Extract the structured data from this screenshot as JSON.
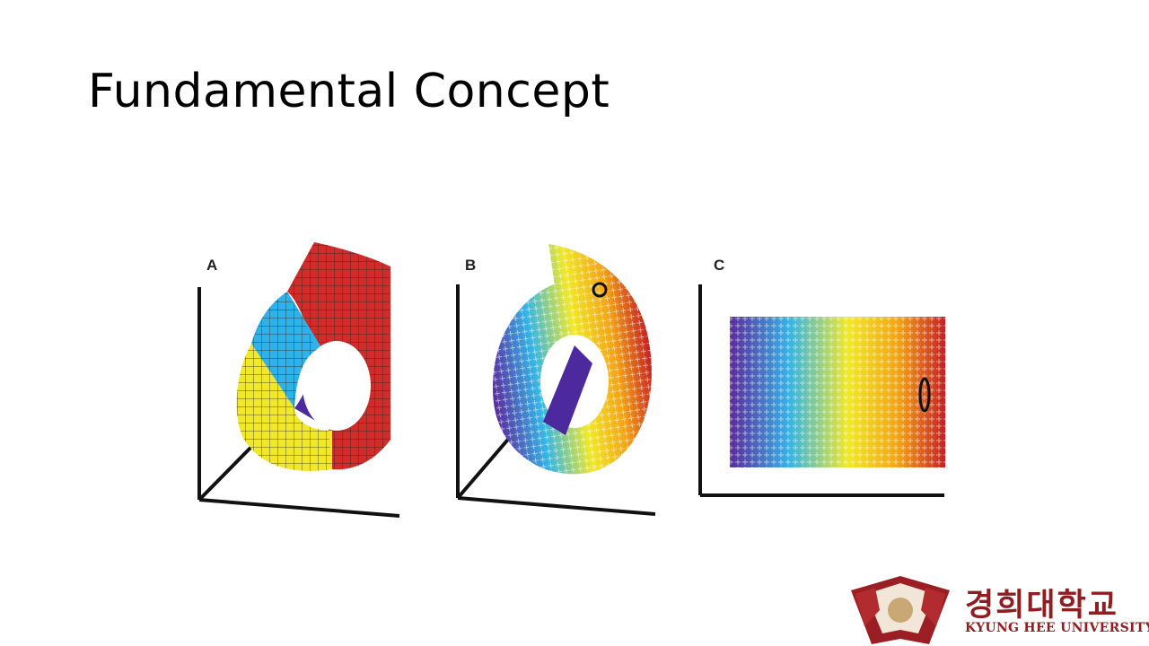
{
  "slide": {
    "title": "Fundamental Concept"
  },
  "figure": {
    "panels": [
      {
        "label": "A"
      },
      {
        "label": "B"
      },
      {
        "label": "C"
      }
    ],
    "colormap": [
      "#5b2a9e",
      "#35b6e6",
      "#f2e829",
      "#f3a418",
      "#c42124"
    ]
  },
  "logo": {
    "korean_name": "경희대학교",
    "english_name": "KYUNG HEE UNIVERSITY",
    "brand_color": "#8f1d22"
  }
}
